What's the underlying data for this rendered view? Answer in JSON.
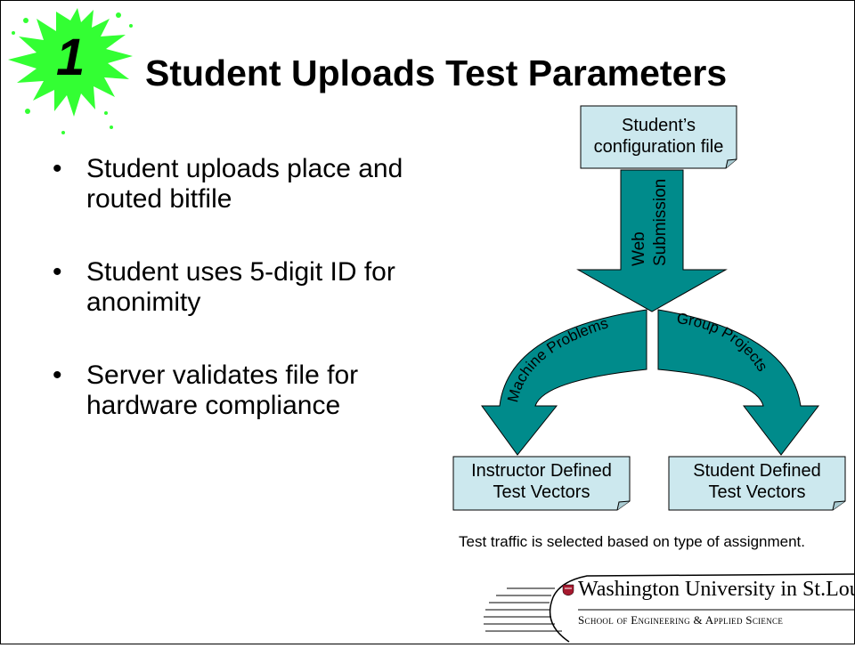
{
  "slide": {
    "number": "1",
    "title": "Student Uploads Test Parameters",
    "bullets": [
      "Student uploads place and routed bitfile",
      "Student uses 5-digit ID for anonimity",
      "Server validates file for hardware compliance"
    ]
  },
  "diagram": {
    "top_box": {
      "line1": "Student’s",
      "line2": "configuration file"
    },
    "arrow_label": {
      "line1": "Web",
      "line2": "Submission"
    },
    "left_branch": "Machine Problems",
    "right_branch": "Group Projects",
    "left_box": {
      "line1": "Instructor Defined",
      "line2": "Test Vectors"
    },
    "right_box": {
      "line1": "Student Defined",
      "line2": "Test Vectors"
    },
    "caption": "Test traffic is selected based on type of assignment."
  },
  "footer": {
    "university": "Washington University in St.Louis",
    "school": "School of Engineering & Applied Science"
  },
  "colors": {
    "splat": "#33ff33",
    "arrow": "#008b8b",
    "box_fill": "#cce8ee",
    "logo_red": "#a6192e"
  }
}
